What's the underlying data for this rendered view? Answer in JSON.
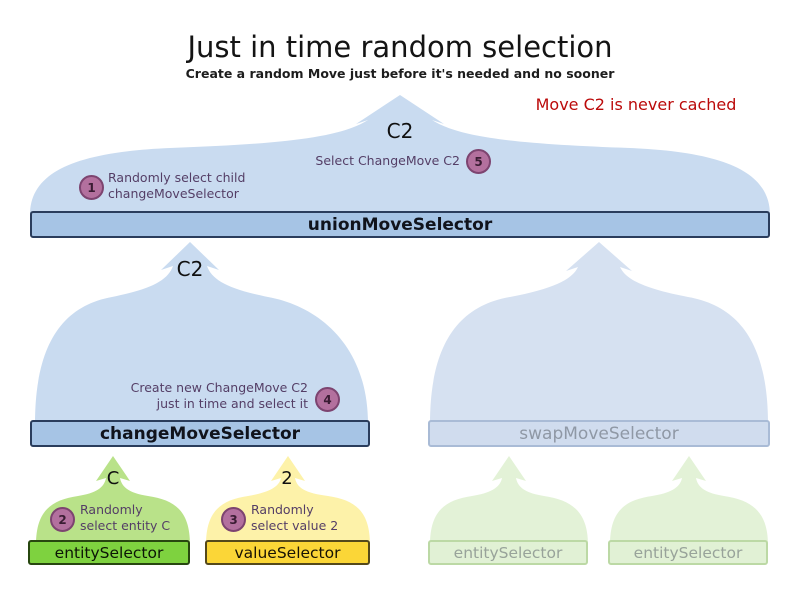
{
  "header": {
    "title": "Just in time random selection",
    "subtitle": "Create a random Move just before it's needed and no sooner",
    "note": "Move C2 is never cached"
  },
  "flow_labels": {
    "union_input": "C2",
    "change_output": "C2",
    "entity_output": "C",
    "value_output": "2"
  },
  "selectors": {
    "union": {
      "label": "unionMoveSelector"
    },
    "change": {
      "label": "changeMoveSelector"
    },
    "swap": {
      "label": "swapMoveSelector"
    },
    "entity": {
      "label": "entitySelector"
    },
    "value": {
      "label": "valueSelector"
    },
    "entity_faded_left": {
      "label": "entitySelector"
    },
    "entity_faded_right": {
      "label": "entitySelector"
    }
  },
  "steps": {
    "s1": {
      "num": "1",
      "text": "Randomly select child\nchangeMoveSelector"
    },
    "s2": {
      "num": "2",
      "text": "Randomly\nselect entity C"
    },
    "s3": {
      "num": "3",
      "text": "Randomly\nselect value 2"
    },
    "s4": {
      "num": "4",
      "text": "Create new ChangeMove C2\njust in time and select it"
    },
    "s5": {
      "num": "5",
      "text": "Select ChangeMove C2"
    }
  },
  "colors": {
    "note_red": "#bb0a0a",
    "mound_blue": "#c9dbf0",
    "mound_blue_faded": "#d6e1f1",
    "bar_blue": "#a6c4e5",
    "bar_blue_border": "#2a3d5c",
    "bar_swap_fill": "#d0dcee",
    "bar_green": "#7ed23f",
    "bar_yellow": "#fbd637",
    "mound_green": "#b9e289",
    "mound_yellow": "#fdf2a9",
    "faded_green_bar": "#e1f1d5",
    "faded_green_mound": "#e3f2d7",
    "circle_fill": "#b3709e",
    "circle_border": "#7d4470",
    "annotation_text": "#543e66"
  }
}
